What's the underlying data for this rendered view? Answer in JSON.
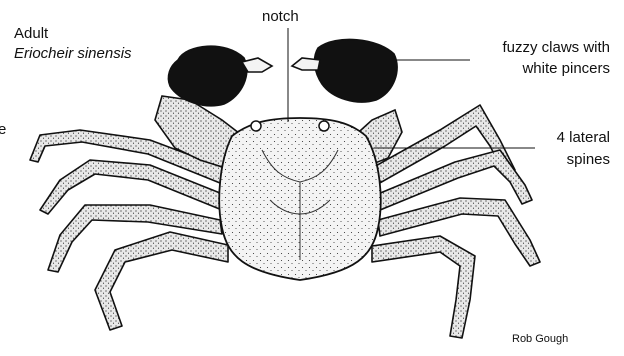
{
  "title": {
    "line1": "Adult",
    "line2": "Eriocheir sinensis"
  },
  "labels": {
    "notch": "notch",
    "claws_line1": "fuzzy claws with",
    "claws_line2": "white pincers",
    "spines_line1": "4 lateral",
    "spines_line2": "spines",
    "fragment": "e"
  },
  "credit": "Rob Gough",
  "colors": {
    "ink": "#111111",
    "background": "#ffffff",
    "shell": "#f4f4f4"
  }
}
